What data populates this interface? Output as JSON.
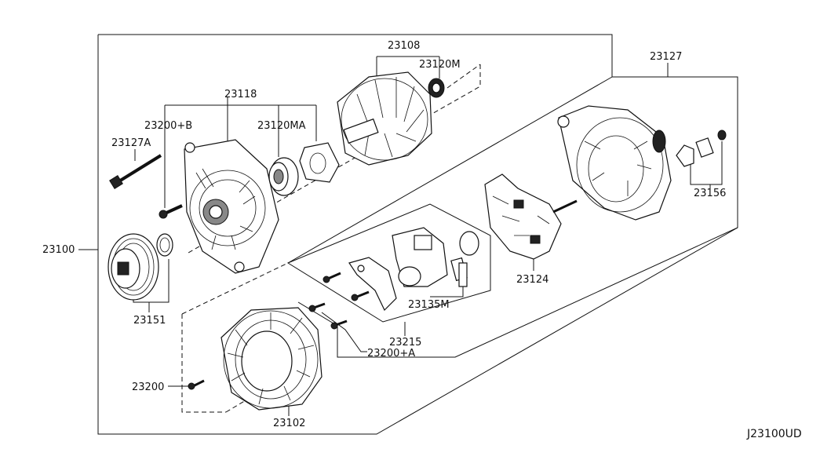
{
  "diagram_code": "J23100UD",
  "labels": {
    "assembly": "23100",
    "front_housing": "23118",
    "rotor": "23108",
    "rotor_cap": "23120M",
    "bolt_b": "23200+B",
    "bearing": "23120MA",
    "through_bolt": "23127A",
    "pulley": "23151",
    "rear_housing": "23127",
    "terminal_parts": "23156",
    "rectifier": "23124",
    "regulator": "23215",
    "brush": "23135M",
    "screw_a": "23200+A",
    "bolt": "23200",
    "stator": "23102"
  }
}
